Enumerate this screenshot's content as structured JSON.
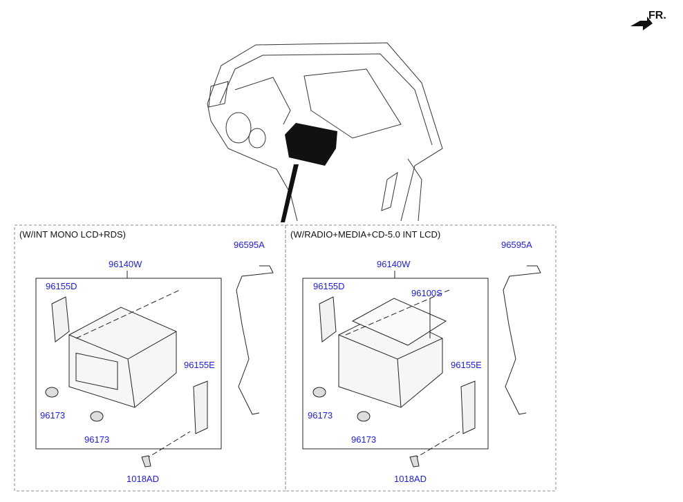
{
  "direction_label": "FR.",
  "left_variant": {
    "title": "(W/INT MONO LCD+RDS)",
    "parts": {
      "antenna_cable": "96595A",
      "audio_unit": "96140W",
      "bracket_left": "96155D",
      "bracket_right": "96155E",
      "knob_1": "96173",
      "knob_2": "96173",
      "screw": "1018AD"
    }
  },
  "right_variant": {
    "title": "(W/RADIO+MEDIA+CD-5.0 INT LCD)",
    "parts": {
      "antenna_cable": "96595A",
      "audio_unit": "96140W",
      "bracket_left": "96155D",
      "deck": "96100S",
      "bracket_right": "96155E",
      "knob_1": "96173",
      "knob_2": "96173",
      "screw": "1018AD"
    }
  },
  "colors": {
    "label": "#1a1aff",
    "line": "#222222",
    "frame": "#888888"
  }
}
